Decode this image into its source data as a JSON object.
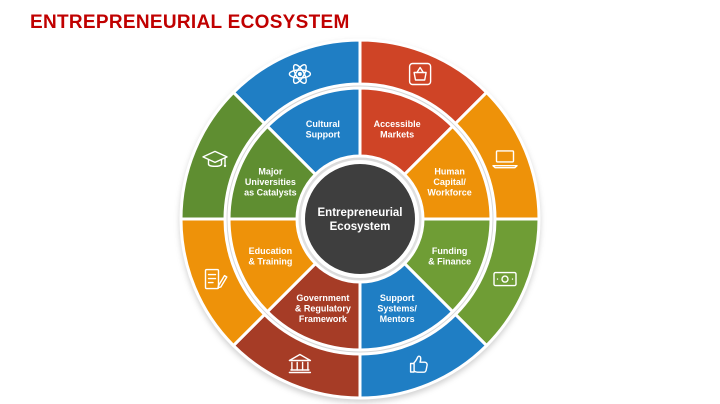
{
  "page": {
    "title": "ENTREPRENEURIAL ECOSYSTEM"
  },
  "colors": {
    "title": "#c00000",
    "background": "#ffffff",
    "hub": "#3e3e3e",
    "hub_text": "#ffffff",
    "divider": "#ffffff"
  },
  "center": {
    "label": "Entrepreneurial Ecosystem",
    "lines": [
      "Entrepreneurial",
      "Ecosystem"
    ]
  },
  "segments": [
    {
      "name": "cultural-support",
      "label": "Cultural Support",
      "lines": [
        "Cultural",
        "Support"
      ],
      "color": "#1f7ec4",
      "icon": "atom-icon"
    },
    {
      "name": "accessible-markets",
      "label": "Accessible Markets",
      "lines": [
        "Accessible",
        "Markets"
      ],
      "color": "#cf4426",
      "icon": "basket-icon"
    },
    {
      "name": "human-capital-workforce",
      "label": "Human Capital/ Workforce",
      "lines": [
        "Human",
        "Capital/",
        "Workforce"
      ],
      "color": "#ee9209",
      "icon": "laptop-icon"
    },
    {
      "name": "funding-finance",
      "label": "Funding & Finance",
      "lines": [
        "Funding",
        "& Finance"
      ],
      "color": "#6f9d35",
      "icon": "banknote-icon"
    },
    {
      "name": "support-systems-mentors",
      "label": "Support Systems/ Mentors",
      "lines": [
        "Support",
        "Systems/",
        "Mentors"
      ],
      "color": "#1f7ec4",
      "icon": "thumbs-up-icon"
    },
    {
      "name": "government-regulatory-framework",
      "label": "Government & Regulatory Framework",
      "lines": [
        "Government",
        "& Regulatory",
        "Framework"
      ],
      "color": "#a63c26",
      "icon": "bank-icon"
    },
    {
      "name": "education-training",
      "label": "Education & Training",
      "lines": [
        "Education",
        "& Training"
      ],
      "color": "#ee9209",
      "icon": "clipboard-icon"
    },
    {
      "name": "major-universities-catalysts",
      "label": "Major Universities as Catalysts",
      "lines": [
        "Major",
        "Universities",
        "as Catalysts"
      ],
      "color": "#5f8e31",
      "icon": "graduation-cap-icon"
    }
  ]
}
